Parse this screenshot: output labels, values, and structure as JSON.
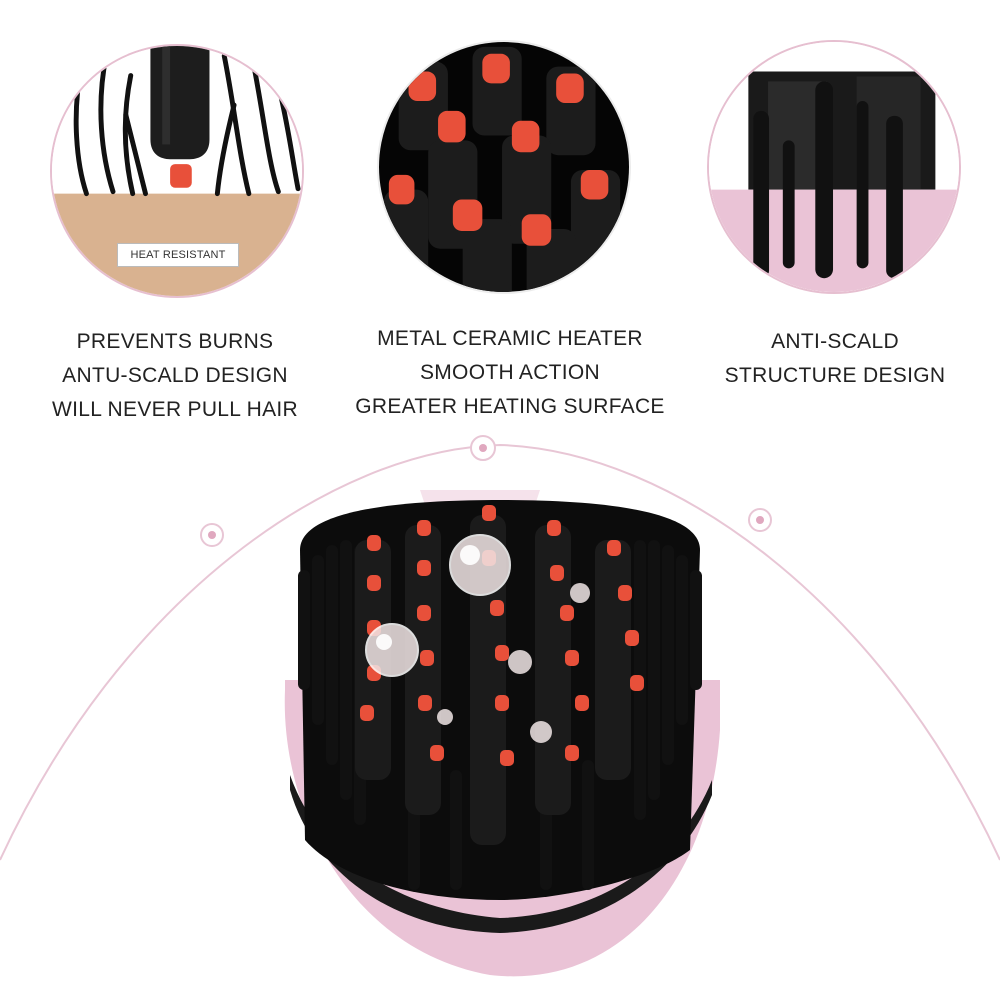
{
  "features": [
    {
      "badge": "HEAT RESISTANT",
      "lines": [
        "PREVENTS BURNS",
        "ANTU-SCALD DESIGN",
        "WILL NEVER PULL HAIR"
      ]
    },
    {
      "lines": [
        "METAL CERAMIC HEATER",
        "SMOOTH ACTION",
        "GREATER HEATING SURFACE"
      ]
    },
    {
      "lines": [
        "ANTI-SCALD",
        "STRUCTURE DESIGN"
      ]
    }
  ],
  "colors": {
    "product_pink": "#eac3d6",
    "bristle_black": "#141414",
    "tip_orange": "#e8503a",
    "skin_tan": "#d9b290",
    "accent_line": "#e8c6d5"
  }
}
